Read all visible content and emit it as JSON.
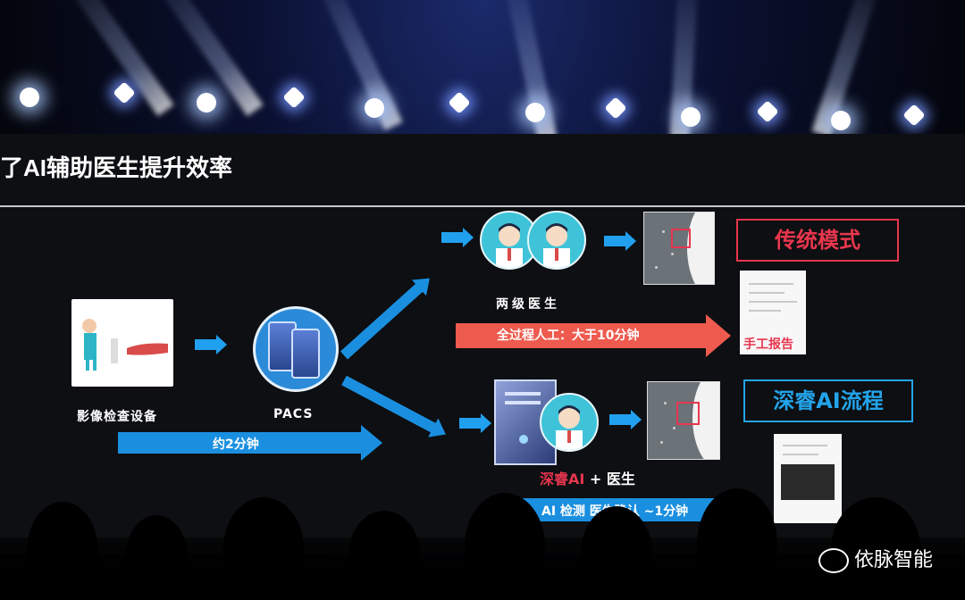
{
  "slide": {
    "title": "了AI辅助医生提升效率",
    "device_label": "影像检查设备",
    "pacs_label": "PACS",
    "two_doctors_label": "两级医生",
    "ai_doctor_label_ai": "深睿AI",
    "ai_doctor_label_plus": " + 医生",
    "time_short": "约2分钟",
    "time_long": "全过程人工：大于10分钟",
    "time_ai": "AI 检测  医生确认 ~1分钟",
    "traditional_mode": "传统模式",
    "ai_mode": "深睿AI流程",
    "manual_report": "手工报告"
  },
  "watermark": {
    "text": "依脉智能",
    "icon": "wechat-icon"
  },
  "colors": {
    "accent_blue": "#1a8fe0",
    "accent_red": "#e8364e",
    "arrow_red": "#ee5a4e",
    "doctor_bg": "#3fc3d9"
  }
}
